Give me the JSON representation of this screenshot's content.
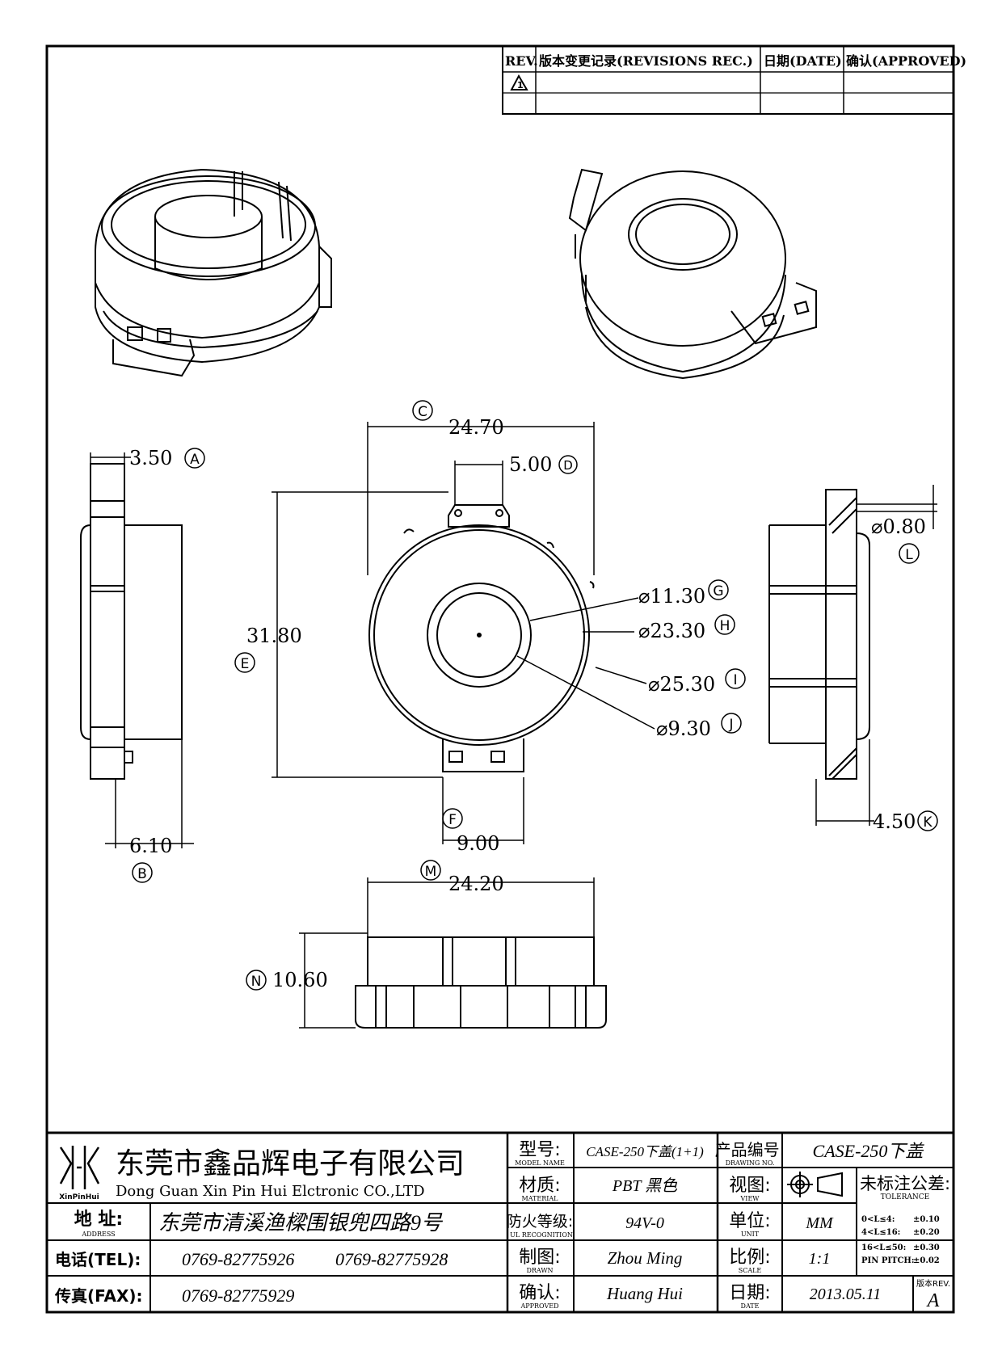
{
  "revision_table": {
    "headers": {
      "rev": "REV.",
      "record": "版本变更记录(REVISIONS REC.)",
      "date": "日期(DATE)",
      "approved": "确认(APPROVED)"
    },
    "rev_symbol": "1"
  },
  "dimensions": {
    "A": {
      "label": "A",
      "value": "3.50"
    },
    "B": {
      "label": "B",
      "value": "6.10"
    },
    "C": {
      "label": "C",
      "value": "24.70"
    },
    "D": {
      "label": "D",
      "value": "5.00"
    },
    "E": {
      "label": "E",
      "value": "31.80"
    },
    "F": {
      "label": "F",
      "value": "9.00"
    },
    "G": {
      "label": "G",
      "value": "⌀11.30"
    },
    "H": {
      "label": "H",
      "value": "⌀23.30"
    },
    "I": {
      "label": "I",
      "value": "⌀25.30"
    },
    "J": {
      "label": "J",
      "value": "⌀9.30"
    },
    "K": {
      "label": "K",
      "value": "4.50"
    },
    "L": {
      "label": "L",
      "value": "⌀0.80"
    },
    "M": {
      "label": "M",
      "value": "24.20"
    },
    "N": {
      "label": "N",
      "value": "10.60"
    }
  },
  "title_block": {
    "company_cn": "东莞市鑫品辉电子有限公司",
    "company_en": "Dong Guan Xin Pin Hui Elctronic CO.,LTD",
    "logo_text": "XinPinHui",
    "address_label": "地 址:",
    "address_label_en": "ADDRESS",
    "address": "东莞市清溪渔樑围银兜四路9号",
    "tel_label": "电话(TEL):",
    "tel1": "0769-82775926",
    "tel2": "0769-82775928",
    "fax_label": "传真(FAX):",
    "fax": "0769-82775929",
    "model_label": "型号:",
    "model_label_en": "MODEL NAME",
    "model": "CASE-250下盖(1+1)",
    "material_label": "材质:",
    "material_label_en": "MATERIAL",
    "material": "PBT 黑色",
    "ul_label": "防火等级:",
    "ul_label_en": "UL RECOGNITION",
    "ul": "94V-0",
    "drawn_label": "制图:",
    "drawn_label_en": "DRAWN",
    "drawn": "Zhou Ming",
    "approved_label": "确认:",
    "approved_label_en": "APPROVED",
    "approved": "Huang Hui",
    "drawing_no_label": "产品编号:",
    "drawing_no_label_en": "DRAWING NO.",
    "drawing_no": "CASE-250下盖",
    "view_label": "视图:",
    "view_label_en": "VIEW",
    "unit_label": "单位:",
    "unit_label_en": "UNIT",
    "unit": "MM",
    "scale_label": "比例:",
    "scale_label_en": "SCALE",
    "scale": "1:1",
    "date_label": "日期:",
    "date_label_en": "DATE",
    "date": "2013.05.11",
    "tolerance_label": "未标注公差:",
    "tolerance_label_en": "TOLERANCE",
    "tolerances": [
      {
        "range": "0<L≤4:",
        "value": "±0.10"
      },
      {
        "range": "4<L≤16:",
        "value": "±0.20"
      },
      {
        "range": "16<L≤50:",
        "value": "±0.30"
      },
      {
        "range": "PIN PITCH:",
        "value": "±0.02"
      }
    ],
    "rev_label": "版本REV.",
    "rev_value": "A"
  }
}
